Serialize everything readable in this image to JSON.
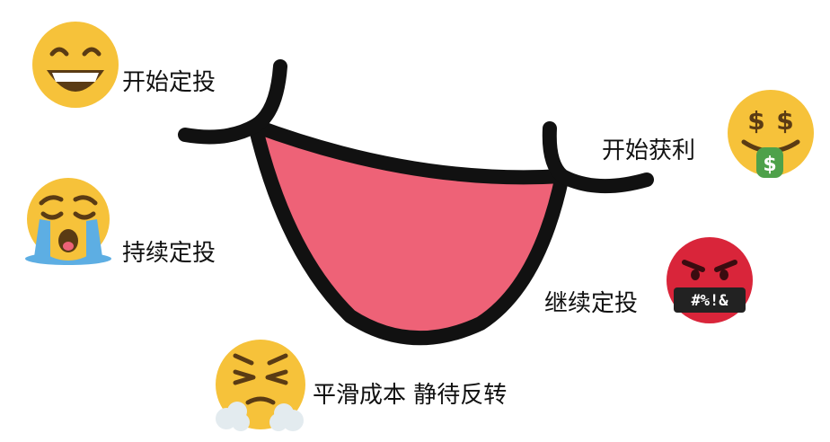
{
  "colors": {
    "background": "#ffffff",
    "outline": "#111111",
    "mouth_fill": "#ee6277",
    "emoji_yellow": "#f6c23a",
    "emoji_feature": "#5a3b14",
    "angry_red": "#d9253a",
    "tear_blue": "#5daee3",
    "money_green": "#4ea14a",
    "steam": "#e3ebef"
  },
  "labels": {
    "start_investing": "开始定投",
    "keep_investing": "持续定投",
    "smooth_cost_wait": "平滑成本 静待反转",
    "continue_investing": "继续定投",
    "start_profit": "开始获利"
  },
  "icons": {
    "start": "grinning-face-icon",
    "keep": "crying-face-icon",
    "smooth": "steam-face-icon",
    "continue": "cursing-face-icon",
    "profit": "money-mouth-face-icon"
  },
  "symbols": {
    "cursing_text": "#%!&",
    "dollar_sign": "$"
  }
}
